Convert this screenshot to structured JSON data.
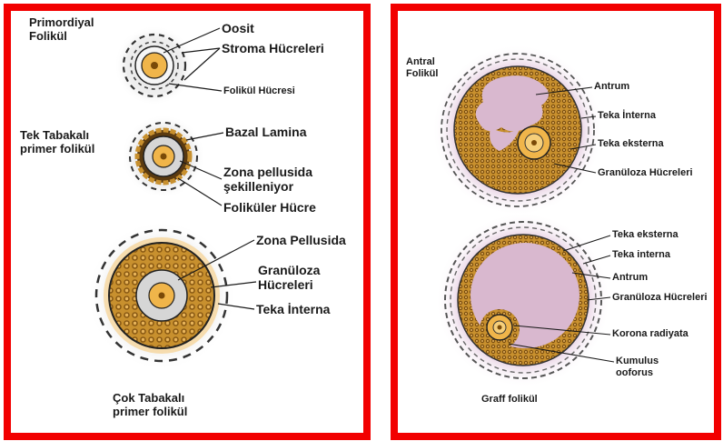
{
  "left_panel": {
    "primordial": {
      "title_line1": "Primordiyal",
      "title_line2": "Folikül",
      "oocyte": "Oosit",
      "stroma": "Stroma Hücreleri",
      "follicle_cell": "Folikül Hücresi"
    },
    "primary_single": {
      "title_line1": "Tek Tabakalı",
      "title_line2": "primer folikül",
      "basal_lamina": "Bazal Lamina",
      "zona_line1": "Zona pellusida",
      "zona_line2": "şekilleniyor",
      "follicular_cell": "Foliküler Hücre"
    },
    "primary_multi": {
      "title_line1": "Çok Tabakalı",
      "title_line2": "primer folikül",
      "zona": "Zona Pellusida",
      "granulosa_line1": "Granüloza",
      "granulosa_line2": "Hücreleri",
      "theca_interna": "Teka İnterna"
    }
  },
  "right_panel": {
    "antral": {
      "title_line1": "Antral",
      "title_line2": "Folikül",
      "antrum": "Antrum",
      "theca_interna": "Teka İnterna",
      "theca_externa": "Teka eksterna",
      "granulosa": "Granüloza Hücreleri"
    },
    "graafian": {
      "title": "Graff folikül",
      "theca_externa": "Teka eksterna",
      "theca_interna": "Teka interna",
      "antrum": "Antrum",
      "granulosa": "Granüloza Hücreleri",
      "corona": "Korona radiyata",
      "cumulus_line1": "Kumulus",
      "cumulus_line2": "ooforus"
    }
  },
  "colors": {
    "frame": "#f20000",
    "granulosa": "#c8902e",
    "oocyte": "#f0b54a",
    "antrum": "#d9b8cf",
    "zona": "#d6d6d6"
  }
}
